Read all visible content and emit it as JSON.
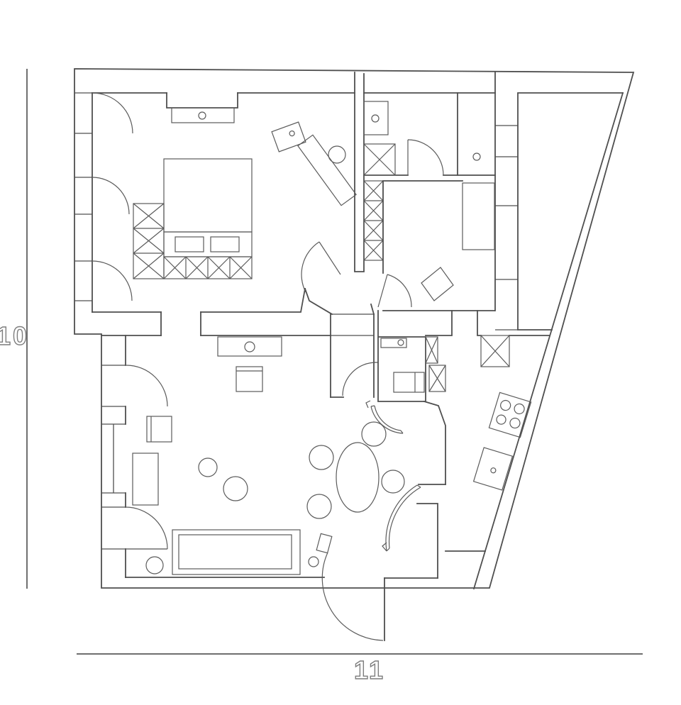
{
  "diagram_type": "apartment-floor-plan",
  "dimensions": {
    "vertical_label": "10",
    "horizontal_label": "11"
  },
  "colors": {
    "background": "#ffffff",
    "wall_line": "#4f4f4f",
    "furniture_line": "#5b5b5b",
    "dimension_line": "#6f6f6f",
    "label_outline": "#7d7d7d"
  },
  "icons": [
    "bed-icon",
    "pillow-icon",
    "wardrobe-hatch-icon",
    "closet-niche-icon",
    "desk-icon",
    "desk-chair-icon",
    "window-swing-icon",
    "door-swing-icon",
    "duct-hatch-icon",
    "sink-icon",
    "washer-hatch-icon",
    "toilet-icon",
    "shower-icon",
    "bidet-icon",
    "tv-console-icon",
    "tv-icon",
    "armchair-icon",
    "side-table-icon",
    "sofa-icon",
    "plant-icon",
    "coffee-table-icon",
    "dining-table-icon",
    "chair-icon",
    "stove-icon",
    "kitchen-counter-icon",
    "railing-icon",
    "entry-door-icon",
    "terrace-icon"
  ]
}
